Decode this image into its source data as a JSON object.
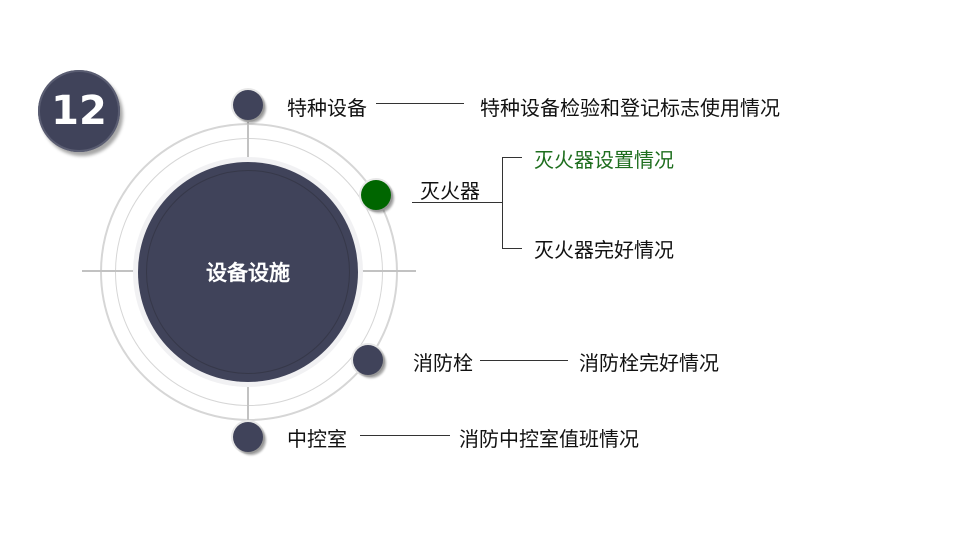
{
  "badge": {
    "number": "12"
  },
  "hub": {
    "label": "设备设施"
  },
  "colors": {
    "primary": "#40435a",
    "accent": "#006600",
    "accent_text": "#1e6e1e",
    "ring": "#d6d6d6"
  },
  "branches": [
    {
      "title": "特种设备",
      "items": [
        "特种设备检验和登记标志使用情况"
      ],
      "highlight": false
    },
    {
      "title": "灭火器",
      "items": [
        "灭火器设置情况",
        "灭火器完好情况"
      ],
      "highlight": true
    },
    {
      "title": "消防栓",
      "items": [
        "消防栓完好情况"
      ],
      "highlight": false
    },
    {
      "title": "中控室",
      "items": [
        "消防中控室值班情况"
      ],
      "highlight": false
    }
  ]
}
